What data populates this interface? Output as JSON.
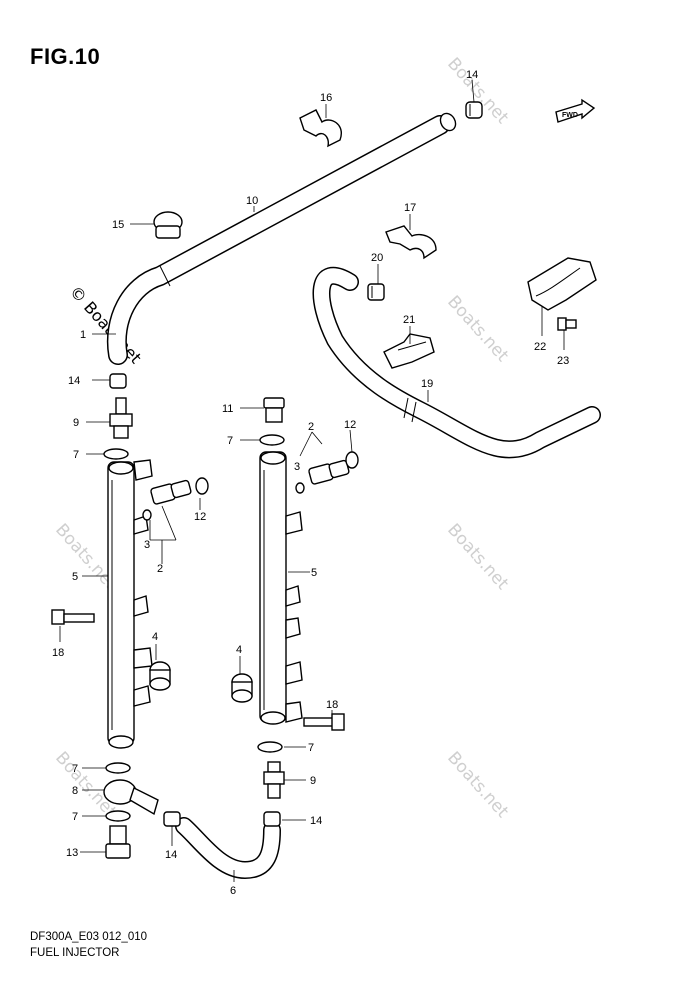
{
  "figure": {
    "title": "FIG.10",
    "model_code": "DF300A_E03 012_010",
    "caption": "FUEL INJECTOR"
  },
  "watermark": {
    "text": "© Boats.net",
    "faded_text": "Boats.net"
  },
  "fwd_badge": "FWD",
  "callouts": [
    "1",
    "2",
    "3",
    "4",
    "5",
    "6",
    "7",
    "8",
    "9",
    "10",
    "11",
    "12",
    "13",
    "14",
    "15",
    "16",
    "17",
    "18",
    "19",
    "20",
    "21",
    "22",
    "23"
  ]
}
